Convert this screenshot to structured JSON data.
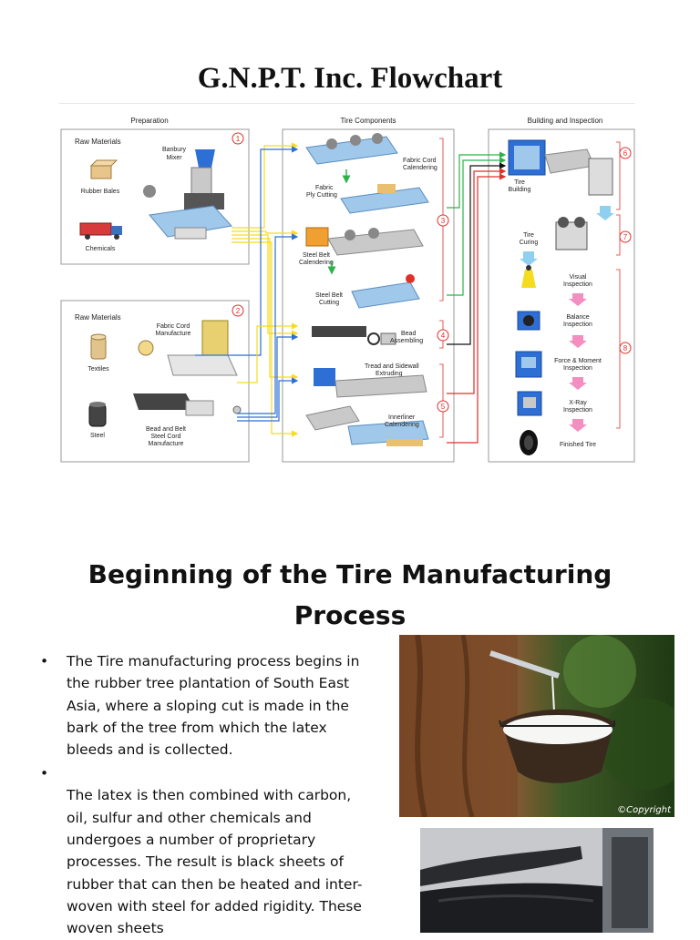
{
  "slide1": {
    "title": "G.N.P.T. Inc. Flowchart",
    "columns": [
      "Preparation",
      "Tire Components",
      "Building and Inspection"
    ],
    "prep_top": {
      "heading": "Raw Materials",
      "number": "1",
      "items": [
        "Rubber Bales",
        "Chemicals"
      ],
      "machine": [
        "Banbury",
        "Mixer"
      ]
    },
    "prep_bottom": {
      "heading": "Raw Materials",
      "number": "2",
      "items": [
        "Textiles",
        "Steel"
      ],
      "machine_a": [
        "Fabric Cord",
        "Manufacture"
      ],
      "machine_b": [
        "Bead and Belt",
        "Steel Cord",
        "Manufacture"
      ]
    },
    "components": {
      "fabric_cord": [
        "Fabric Cord",
        "Calendering"
      ],
      "fabric_ply": [
        "Fabric",
        "Ply Cutting"
      ],
      "steel_belt_cal": [
        "Steel Belt",
        "Calendering"
      ],
      "steel_belt_cut": [
        "Steel Belt",
        "Cutting"
      ],
      "bead": [
        "Bead",
        "Assembling"
      ],
      "tread": [
        "Tread and Sidewall",
        "Extruding"
      ],
      "innerliner": [
        "Innerliner",
        "Calendering"
      ],
      "numbers": [
        "3",
        "4",
        "5"
      ]
    },
    "building": {
      "tire_building": [
        "Tire",
        "Building"
      ],
      "tire_curing": [
        "Tire",
        "Curing"
      ],
      "steps": [
        [
          "Visual",
          "Inspection"
        ],
        [
          "Balance",
          "Inspection"
        ],
        [
          "Force & Moment",
          "Inspection"
        ],
        [
          "X-Ray",
          "Inspection"
        ],
        [
          "Finished Tire"
        ]
      ],
      "numbers": [
        "6",
        "7",
        "8"
      ]
    },
    "colors": {
      "yellow": "#f5dc1e",
      "blue": "#2e6fd6",
      "green": "#2fb14a",
      "black": "#111111",
      "red": "#e0302a",
      "pink": "#f28fc0",
      "light_blue": "#8fd0f0"
    }
  },
  "slide2": {
    "title_line1": "Beginning of the Tire Manufacturing",
    "title_line2": "Process",
    "bullet_symbol": "•",
    "bullets": [
      "The Tire manufacturing process begins in the rubber tree plantation of South East Asia, where a sloping cut is made in the bark of the tree from which the latex bleeds  and is collected.",
      "",
      "The latex is then combined with carbon, oil, sulfur and other chemicals and undergoes a number of proprietary processes. The result is black sheets of rubber that can then be heated and inter-woven with steel for added rigidity. These woven sheets"
    ],
    "photo_caption": "©Copyright"
  }
}
